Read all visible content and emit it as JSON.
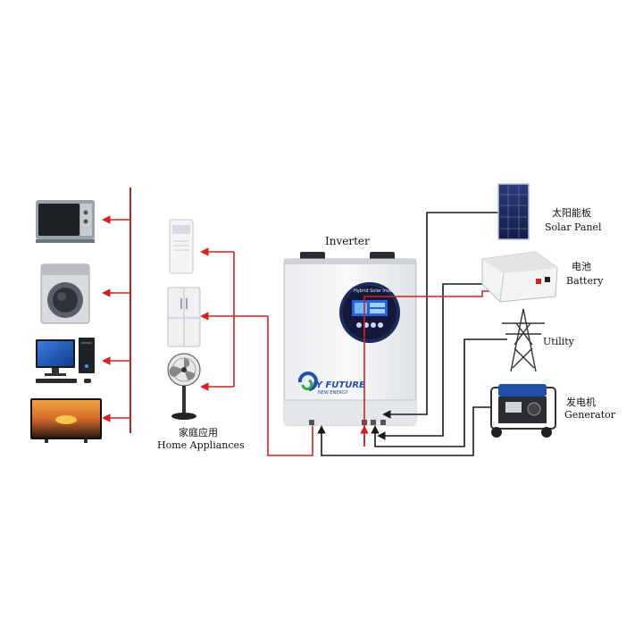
{
  "diagram": {
    "inverter": {
      "label": "Inverter",
      "brand": "JY FUTURE",
      "brand_sub": "NEW ENERGY",
      "screen_title": "Hybrid Solar Inverter"
    },
    "sources": {
      "solar_cn": "太阳能板",
      "solar_en": "Solar Panel",
      "battery_cn": "电池",
      "battery_en": "Battery",
      "utility_en": "Utility",
      "generator_cn": "发电机",
      "generator_en": "Generator"
    },
    "appliances": {
      "label_cn": "家庭应用",
      "label_en": "Home Appliances"
    },
    "colors": {
      "load_line": "#d62020",
      "source_line": "#1a1a1a",
      "bus_line": "#c91d1d",
      "inverter_body": "#f3f4f6",
      "screen_ring": "#1f3a8a",
      "screen_display": "#2a63d8"
    }
  }
}
